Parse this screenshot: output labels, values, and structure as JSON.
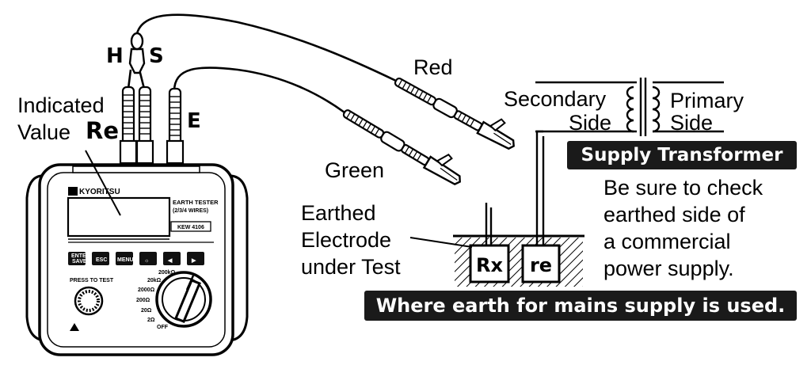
{
  "labels": {
    "plug_h": "H",
    "plug_s": "S",
    "plug_e": "E",
    "indicated_value_line1": "Indicated",
    "indicated_value_line2": "Value",
    "indicated_value_symbol": "Re",
    "red": "Red",
    "green": "Green",
    "secondary_side_line1": "Secondary",
    "secondary_side_line2": "Side",
    "primary_side_line1": "Primary",
    "primary_side_line2": "Side",
    "earthed_electrode_line1": "Earthed",
    "earthed_electrode_line2": "Electrode",
    "earthed_electrode_line3": "under Test",
    "check_note_line1": "Be sure to check",
    "check_note_line2": "earthed side of",
    "check_note_line3": "a commercial",
    "check_note_line4": "power supply.",
    "rx_box": "Rx",
    "re_box": "re"
  },
  "banners": {
    "supply_transformer": "Supply Transformer",
    "mains_supply": "Where earth for mains supply is used."
  },
  "device": {
    "brand": "KYORITSU",
    "model_title_line1": "EARTH TESTER",
    "model_title_line2": "(2/3/4 WIRES)",
    "model_number": "KEW 4106",
    "buttons": [
      "ENTER SAVE",
      "ESC",
      "MENU",
      "☼",
      "◀",
      "▶"
    ],
    "press_to_test": "PRESS TO TEST",
    "ranges": [
      "200kΩ",
      "20kΩ",
      "2000Ω",
      "200Ω",
      "20Ω",
      "2Ω",
      "OFF"
    ]
  },
  "colors": {
    "ink": "#000000",
    "paper": "#ffffff",
    "banner": "#1a1a1a"
  }
}
